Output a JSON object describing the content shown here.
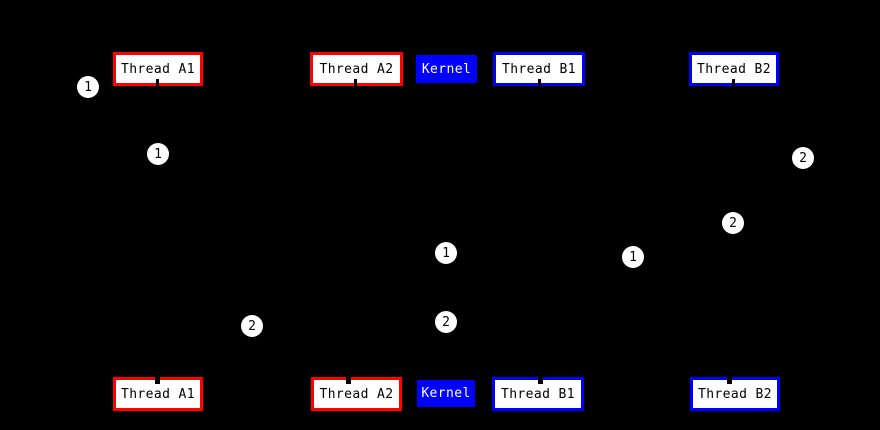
{
  "diagram": {
    "description": "Thread scheduling diagram: two rows of thread/kernel nodes with numbered edge-label circles; connecting edges drawn in black are invisible on the black background",
    "colors": {
      "background": "#000000",
      "thread_a_border": "#ff0000",
      "thread_b_border": "#0000ff",
      "kernel_fill": "#0000ff",
      "kernel_text": "#ffffff",
      "node_fill": "#ffffff",
      "node_text": "#000000",
      "badge_fill": "#ffffff",
      "badge_text": "#000000"
    },
    "top_row": {
      "nodes": [
        {
          "label": "Thread A1",
          "style": "red-border"
        },
        {
          "label": "Thread A2",
          "style": "red-border"
        },
        {
          "label": "Kernel",
          "style": "kernel"
        },
        {
          "label": "Thread B1",
          "style": "blue-border"
        },
        {
          "label": "Thread B2",
          "style": "blue-border"
        }
      ]
    },
    "bottom_row": {
      "nodes": [
        {
          "label": "Thread A1",
          "style": "red-border"
        },
        {
          "label": "Thread A2",
          "style": "red-border"
        },
        {
          "label": "Kernel",
          "style": "kernel"
        },
        {
          "label": "Thread B1",
          "style": "blue-border"
        },
        {
          "label": "Thread B2",
          "style": "blue-border"
        }
      ]
    },
    "badges": [
      {
        "number": "1"
      },
      {
        "number": "1"
      },
      {
        "number": "1"
      },
      {
        "number": "1"
      },
      {
        "number": "2"
      },
      {
        "number": "2"
      },
      {
        "number": "2"
      },
      {
        "number": "2"
      }
    ]
  }
}
